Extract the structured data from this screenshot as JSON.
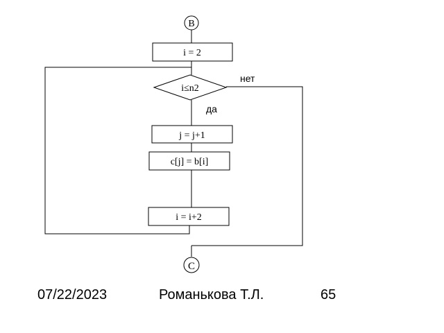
{
  "flowchart": {
    "connector_start": "B",
    "connector_end": "C",
    "init": "i = 2",
    "condition": "i≤n2",
    "yes_label": "да",
    "no_label": "нет",
    "step1": "j = j+1",
    "step2": "c[j] = b[i]",
    "step3": "i = i+2"
  },
  "footer": {
    "date": "07/22/2023",
    "author": "Романькова Т.Л.",
    "page": "65"
  }
}
